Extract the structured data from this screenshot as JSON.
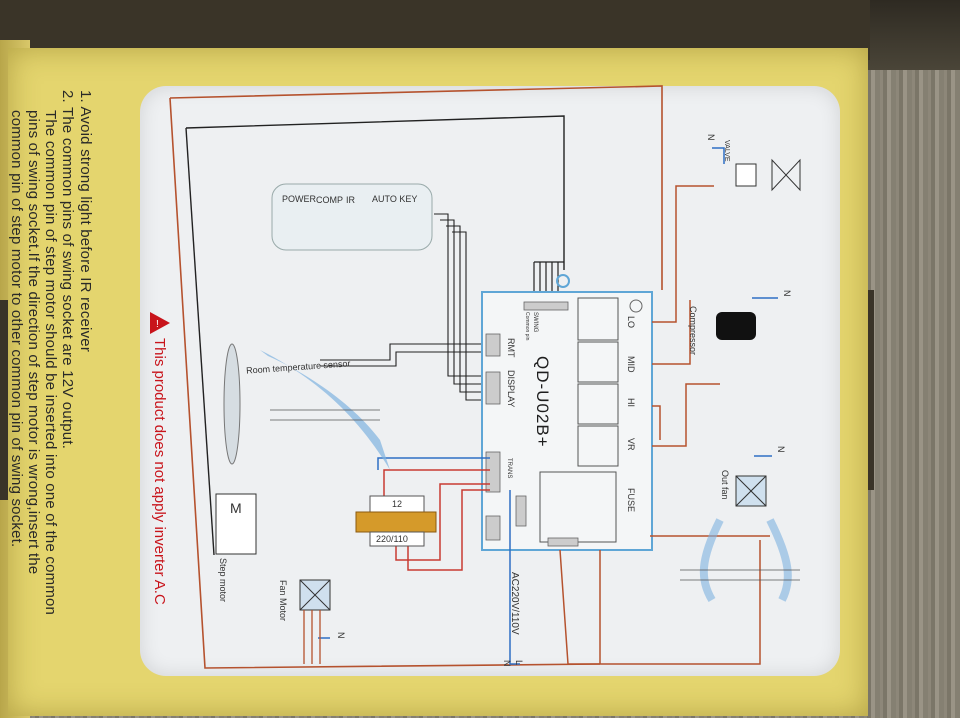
{
  "notes": {
    "line1": "1. Avoid strong light before IR receiver",
    "line2a": "2. The common pins of swing socket are 12V output.",
    "line2b": "The common pin of step motor should be inserted into one of the common",
    "line2c": "pins of swing  socket.If the direction of step motor is wrong,insert the",
    "line2d": "common pin of step motor to other  common pin of swing socket."
  },
  "warning": "This product does not apply inverter A.C",
  "display_box": {
    "power": "POWER",
    "comp": "COMP",
    "ir": "IR",
    "auto_key": "AUTO KEY"
  },
  "board": {
    "model": "QD-U02B+",
    "rmt": "RMT",
    "display": "DISPLAY",
    "swing": "SWING",
    "common_pin": "Common pin",
    "relays": [
      "LO",
      "MID",
      "HI",
      "VR"
    ],
    "fuse": "FUSE",
    "trans": "TRANS"
  },
  "labels": {
    "room_sensor": "Room temperature sensor",
    "step_motor": "Step motor",
    "fan_motor": "Fan Motor",
    "compressor": "Compressor",
    "out_fan": "Out fan",
    "valve": "VALVE",
    "ac_input": "AC220V/110V",
    "transformer_low": "12",
    "transformer_high": "220/110",
    "n1": "N",
    "n2": "N",
    "n3": "N",
    "n4": "N",
    "n5": "N",
    "l": "L",
    "m": "M"
  },
  "colors": {
    "wire_brown": "#b5522e",
    "wire_blue": "#2f6fc4",
    "wire_black": "#222222",
    "warning_red": "#c8141b",
    "board_outline": "#5fa6d6"
  }
}
